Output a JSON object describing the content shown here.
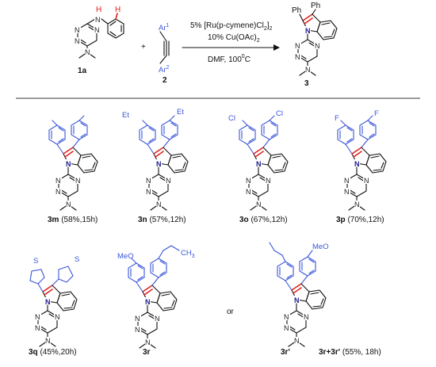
{
  "reaction": {
    "reactant1_label": "1a",
    "reactant2_label": "2",
    "product_label": "3",
    "plus": "+",
    "ar1": "Ar",
    "ar1_sup": "1",
    "ar2": "Ar",
    "ar2_sup": "2",
    "h": "H",
    "n": "N",
    "ph": "Ph",
    "condition1": "5% [Ru(p-cymene)Cl",
    "condition1_sub": "2",
    "condition1_close": "]",
    "condition1_sub2": "2",
    "condition2": "10% Cu(OAc)",
    "condition2_sub": "2",
    "condition3": "DMF, 100",
    "condition3_sup": "0",
    "condition3_end": "C"
  },
  "products": [
    {
      "id": "3m",
      "bold": "3m",
      "detail": " (58%,15h)",
      "substituent": ""
    },
    {
      "id": "3n",
      "bold": "3n",
      "detail": " (57%,12h)",
      "substituent": "Et"
    },
    {
      "id": "3o",
      "bold": "3o",
      "detail": " (67%,12h)",
      "substituent": "Cl"
    },
    {
      "id": "3p",
      "bold": "3p",
      "detail": " (70%,12h)",
      "substituent": "F"
    },
    {
      "id": "3q",
      "bold": "3q",
      "detail": " (45%,20h)",
      "substituent": "S"
    },
    {
      "id": "3r",
      "bold": "3r",
      "detail": "",
      "substituent": "MeO"
    },
    {
      "id": "3r-prime",
      "bold": "3r'",
      "detail": "",
      "substituent": ""
    },
    {
      "id": "3r-mix",
      "bold": "3r+3r'",
      "detail": " (55%, 18h)",
      "substituent": ""
    }
  ],
  "extra_labels": {
    "ch3_c": "CH",
    "ch3_sub": "3",
    "meo": "MeO",
    "or": "or",
    "s": "S"
  }
}
